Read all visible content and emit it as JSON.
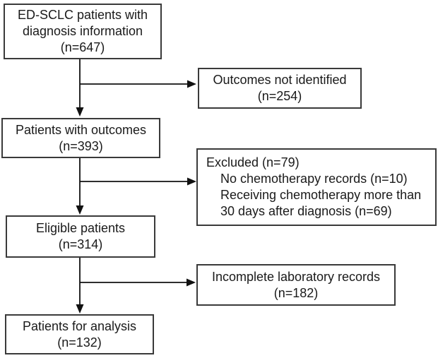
{
  "figure": {
    "type": "flowchart",
    "description": "Patient selection flow diagram"
  },
  "boxes": {
    "diagnosis": {
      "line1": "ED-SCLC patients with",
      "line2": "diagnosis information",
      "line3": "(n=647)"
    },
    "outcomes_not_identified": {
      "line1": "Outcomes not identified",
      "line2": "(n=254)"
    },
    "patients_with_outcomes": {
      "line1": "Patients with outcomes",
      "line2": "(n=393)"
    },
    "excluded": {
      "line1": "Excluded (n=79)",
      "line2": "No chemotherapy records (n=10)",
      "line3": "Receiving chemotherapy more than",
      "line4": "30 days after diagnosis (n=69)"
    },
    "eligible": {
      "line1": "Eligible patients",
      "line2": "(n=314)"
    },
    "incomplete_lab": {
      "line1": "Incomplete laboratory records",
      "line2": "(n=182)"
    },
    "analysis": {
      "line1": "Patients for analysis",
      "line2": "(n=132)"
    }
  },
  "colors": {
    "background": "#ffffff",
    "box_border": "#3a3a3a",
    "text": "#1a1a1a",
    "arrow": "#111111"
  }
}
